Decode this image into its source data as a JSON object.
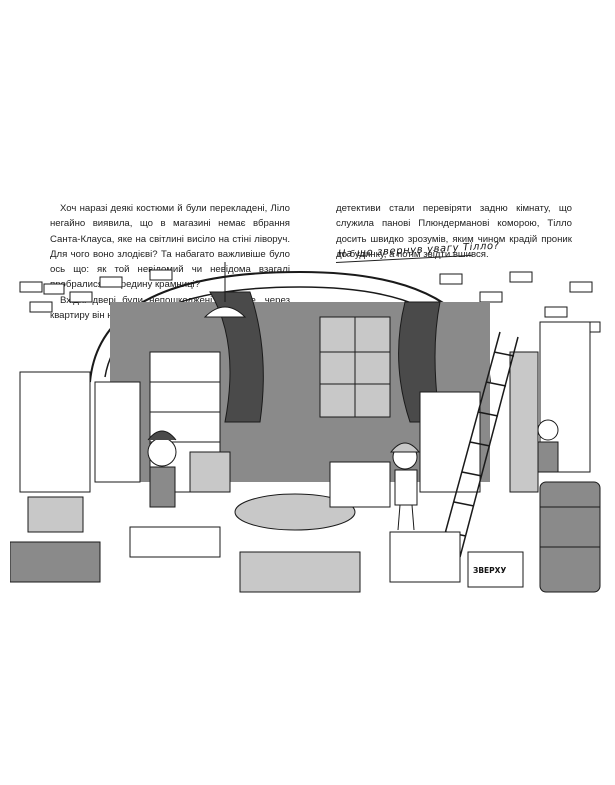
{
  "left_column": {
    "paragraph_1": "Хоч наразі деякі костюми й були перекладені, Ліло негайно виявила, що в магазині немає вбрання Санта-Клауса, яке на світлині висіло на стіні ліворуч. Для чого воно злодієві? Та набагато важливіше було ось що: як той невідомий чи невідома взагалі пробралися всередину крамниці?",
    "paragraph_2": "Вхідні двері були непошкоджені — отже, через квартиру він не міг пройти. Та, коли"
  },
  "right_column": {
    "paragraph_1": "детективи стали перевіряти задню кімнату, що служила панові Плюндерманові коморою, Тілло досить швидко зрозумів, яким чином крадій проник до будинку, а потім звідти вшився."
  },
  "question_label": "На що звернув увагу Тілло?",
  "illustration": {
    "box_label": "ЗВЕРХУ",
    "colors": {
      "ink": "#1a1a1a",
      "mid": "#8a8a8a",
      "light": "#c8c8c8",
      "dark": "#4a4a4a",
      "paper": "#ffffff"
    }
  }
}
